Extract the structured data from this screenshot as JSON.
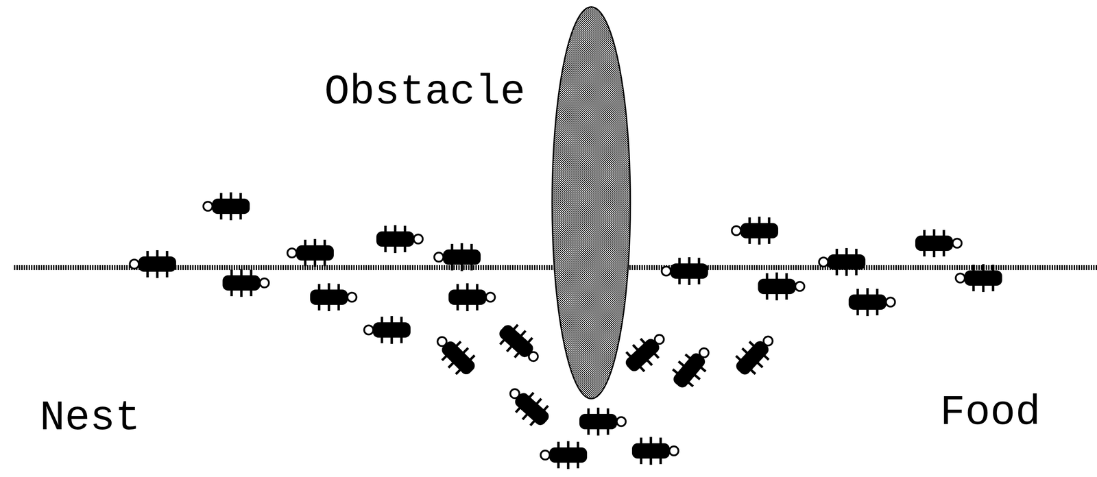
{
  "diagram": {
    "labels": [
      "Obstacle",
      "Nest",
      "Food"
    ]
  }
}
